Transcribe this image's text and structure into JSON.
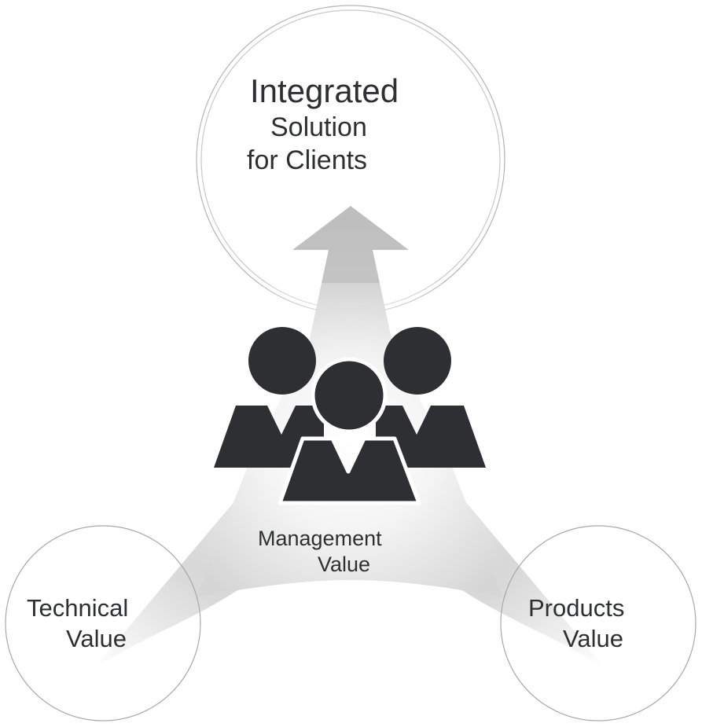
{
  "diagram": {
    "top_node": {
      "line1": "Integrated",
      "line2": "Solution",
      "line3": "for Clients"
    },
    "center_node": {
      "line1": "Management",
      "line2": "Value",
      "icon": "team-people-icon"
    },
    "left_node": {
      "line1": "Technical",
      "line2": "Value"
    },
    "right_node": {
      "line1": "Products",
      "line2": "Value"
    },
    "colors": {
      "icon_fill": "#2d2f33",
      "circle_stroke": "#a8a8a8",
      "flow_gray": "#c4c4c4",
      "text": "#2d2f33"
    }
  }
}
